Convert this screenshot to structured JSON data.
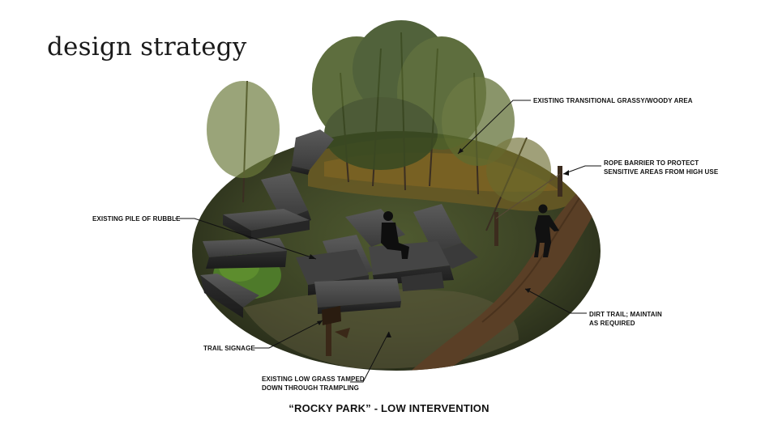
{
  "title": "design strategy",
  "caption": "“ROCKY PARK” - LOW INTERVENTION",
  "callouts": {
    "grassy": {
      "lines": [
        "EXISTING TRANSITIONAL GRASSY/WOODY AREA"
      ]
    },
    "rope": {
      "lines": [
        "ROPE BARRIER TO PROTECT",
        "SENSITIVE AREAS FROM HIGH USE"
      ]
    },
    "rubble": {
      "lines": [
        "EXISTING PILE OF RUBBLE"
      ]
    },
    "trail": {
      "lines": [
        "DIRT TRAIL; MAINTAIN",
        "AS REQUIRED"
      ]
    },
    "signage": {
      "lines": [
        "TRAIL SIGNAGE"
      ]
    },
    "lowgrass": {
      "lines": [
        "EXISTING LOW GRASS TAMPED",
        "DOWN THROUGH TRAMPLING"
      ]
    }
  },
  "colors": {
    "ground": "#3d4426",
    "dirt_trail": "#5a3f26",
    "rock": "#2e2e2e",
    "foliage": "#5a6b2e"
  }
}
